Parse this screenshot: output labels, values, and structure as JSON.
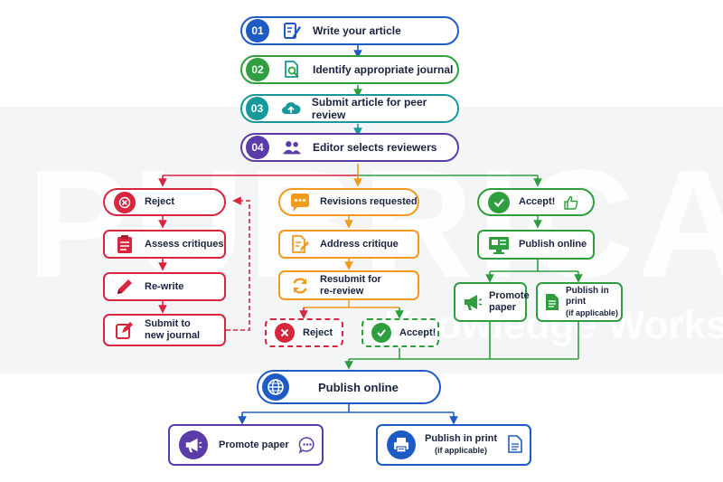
{
  "watermark": {
    "main": "PUBRICA",
    "sub": "Knowledge Works"
  },
  "steps": [
    {
      "num": "01",
      "label": "Write your article",
      "icon": "pen-paper-icon",
      "color": "#1f5bc4"
    },
    {
      "num": "02",
      "label": "Identify appropriate journal",
      "icon": "document-search-icon",
      "color": "#2e9e3e"
    },
    {
      "num": "03",
      "label": "Submit article for peer review",
      "icon": "cloud-upload-icon",
      "color": "#16999b"
    },
    {
      "num": "04",
      "label": "Editor selects reviewers",
      "icon": "people-icon",
      "color": "#5b3ba8"
    }
  ],
  "reject_branch": {
    "color": "#d7263d",
    "head": "Reject",
    "items": [
      "Assess critiques",
      "Re-write"
    ],
    "last_line1": "Submit to",
    "last_line2": "new journal"
  },
  "revision_branch": {
    "color": "#f19a1c",
    "head": "Revisions requested",
    "address": "Address critique",
    "resubmit_line1": "Resubmit for",
    "resubmit_line2": "re-review",
    "reject": "Reject",
    "accept": "Accept!"
  },
  "accept_branch": {
    "color": "#2e9e3e",
    "head": "Accept!",
    "publish": "Publish online",
    "promote_line1": "Promote",
    "promote_line2": "paper",
    "print_line1": "Publish in print",
    "print_line2": "(if applicable)"
  },
  "final": {
    "publish": "Publish online",
    "promote": "Promote paper",
    "print_line1": "Publish in print",
    "print_line2": "(if applicable)",
    "blue": "#1f5bc4",
    "purple": "#5b3ba8"
  }
}
